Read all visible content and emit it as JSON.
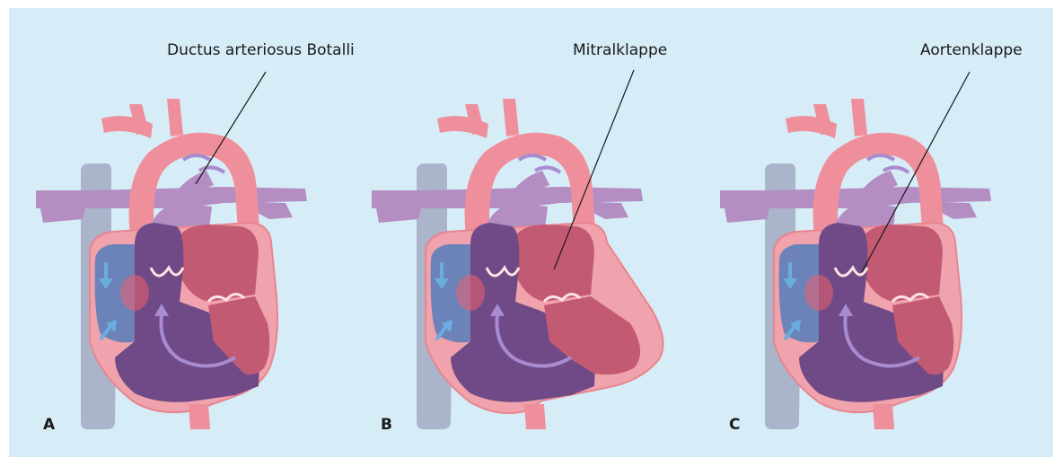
{
  "figures": [
    {
      "letter": "A",
      "label": "Ductus arteriosus Botalli",
      "variant": "fetal"
    },
    {
      "letter": "B",
      "label": "Mitralklappe",
      "variant": "mitral"
    },
    {
      "letter": "C",
      "label": "Aortenklappe",
      "variant": "aortic"
    }
  ],
  "colors": {
    "background": "#d6ecf6",
    "tissue": "#f0a3ac",
    "tissue_dark": "#e78590",
    "artery_pink": "#ef8f9c",
    "vein_lilac": "#b48ec3",
    "vena_cava_blue": "#aab4cb",
    "right_atrium": "#6b83b8",
    "left_heart": "#c35a73",
    "ventricle_purple": "#6f4a86",
    "arrow_blue": "#6aaee0",
    "arrow_lilac": "#a88bd0"
  }
}
